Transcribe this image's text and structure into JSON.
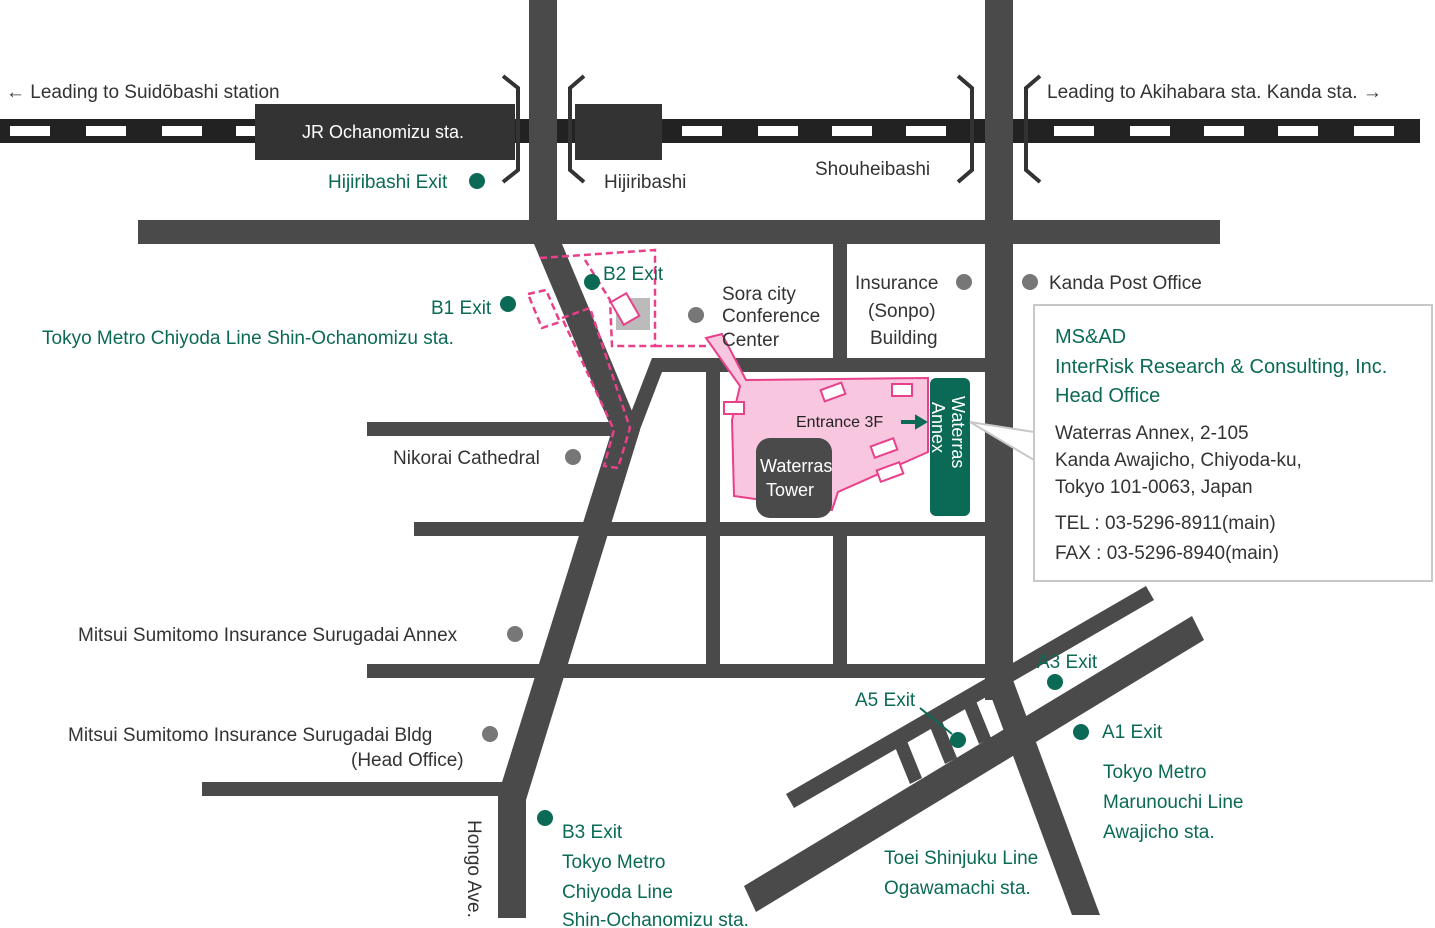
{
  "colors": {
    "road": "#4a4a4a",
    "rail": "#222222",
    "green": "#0b6a55",
    "pink": "#e8408a",
    "pink_fill": "#f9c6e0",
    "landmark_dot": "#777777"
  },
  "directions": {
    "left": "← Leading to Suidōbashi station",
    "right": "Leading to Akihabara sta. Kanda sta. →"
  },
  "stations": {
    "jr": "JR Ochanomizu sta."
  },
  "bridges": {
    "hijiribashi": "Hijiribashi",
    "shouheibashi": "Shouheibashi"
  },
  "exits": {
    "hijiribashi": "Hijiribashi Exit",
    "b1": "B1 Exit",
    "b2": "B2 Exit",
    "b3": "B3 Exit",
    "a1": "A1 Exit",
    "a3": "A3 Exit",
    "a5": "A5 Exit"
  },
  "lines": {
    "chiyoda_shin_ochanomizu": "Tokyo Metro Chiyoda Line Shin-Ochanomizu sta.",
    "b3_line1": "Tokyo Metro",
    "b3_line2": "Chiyoda Line",
    "b3_line3": "Shin-Ochanomizu sta.",
    "marunouchi_1": "Tokyo Metro",
    "marunouchi_2": "Marunouchi Line",
    "marunouchi_3": "Awajicho sta.",
    "shinjuku_1": "Toei Shinjuku Line",
    "shinjuku_2": "Ogawamachi sta."
  },
  "landmarks": {
    "sora_1": "Sora city",
    "sora_2": "Conference",
    "sora_3": "Center",
    "sonpo_1": "Insurance",
    "sonpo_2": "(Sonpo)",
    "sonpo_3": "Building",
    "post_office": "Kanda Post Office",
    "nikorai": "Nikorai Cathedral",
    "mitsui_annex": "Mitsui Sumitomo Insurance Surugadai Annex",
    "mitsui_bldg_1": "Mitsui Sumitomo Insurance Surugadai Bldg",
    "mitsui_bldg_2": "(Head Office)",
    "waterras_tower_1": "Waterras",
    "waterras_tower_2": "Tower",
    "waterras_annex_1": "Waterras",
    "waterras_annex_2": "Annex",
    "entrance": "Entrance 3F",
    "hongo_ave": "Hongo Ave."
  },
  "office": {
    "company_1": "MS&AD",
    "company_2": "InterRisk Research & Consulting, Inc.",
    "company_3": "Head Office",
    "address_1": "Waterras Annex, 2-105",
    "address_2": "Kanda Awajicho, Chiyoda-ku,",
    "address_3": "Tokyo 101-0063, Japan",
    "tel": "TEL : 03-5296-8911(main)",
    "fax": "FAX : 03-5296-8940(main)"
  }
}
